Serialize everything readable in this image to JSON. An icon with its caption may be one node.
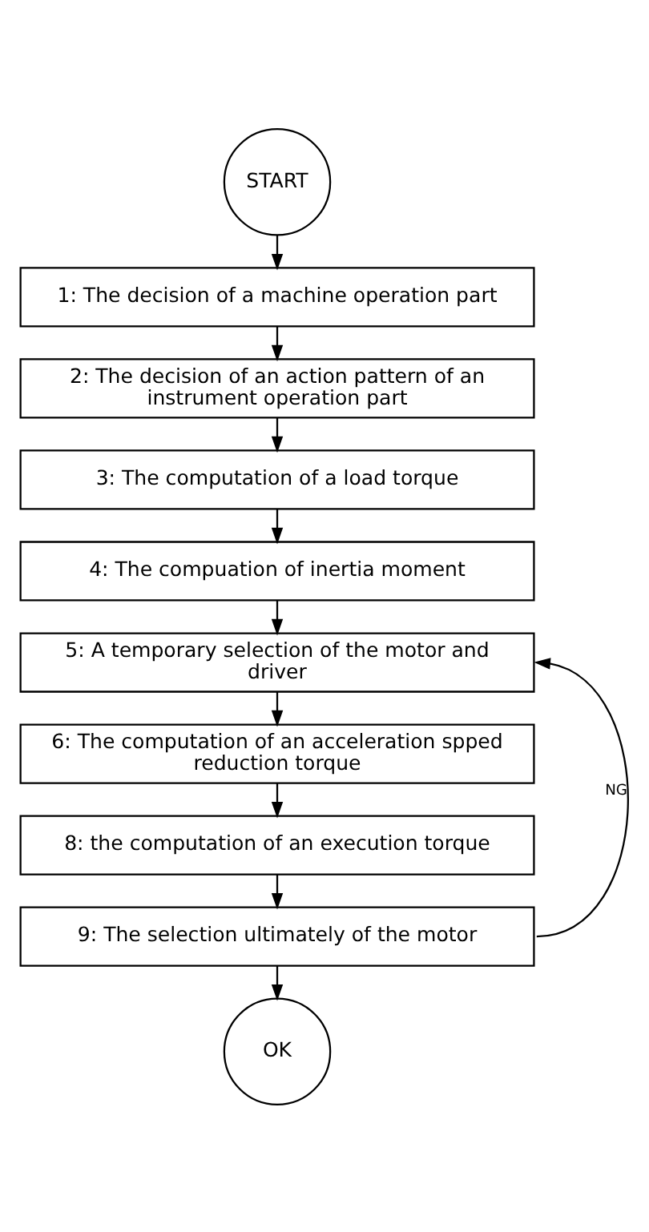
{
  "diagram": {
    "nodes": [
      {
        "text": [
          "START"
        ]
      },
      {
        "text": [
          "1: The decision of a machine operation part"
        ]
      },
      {
        "text": [
          "2: The decision of an action pattern of an instrument operation part"
        ]
      },
      {
        "text": [
          "3: The computation of a load torque"
        ]
      },
      {
        "text": [
          "4: The compuation of inertia moment"
        ]
      },
      {
        "text": [
          "5: A temporary selection of the motor and driver"
        ]
      },
      {
        "text": [
          "6: The computation of an acceleration spped reduction torque"
        ]
      },
      {
        "text": [
          "8: the computation of an execution torque"
        ]
      },
      {
        "text": [
          "9: The selection ultimately of the motor"
        ]
      },
      {
        "text": [
          "OK"
        ]
      }
    ],
    "edges": [
      {
        "from": 0,
        "to": 1,
        "arrow": "to"
      },
      {
        "from": 1,
        "to": 2,
        "arrow": "to"
      },
      {
        "from": 2,
        "to": 3,
        "arrow": "to"
      },
      {
        "from": 3,
        "to": 4,
        "arrow": "to"
      },
      {
        "from": 4,
        "to": 5,
        "arrow": "to"
      },
      {
        "from": 5,
        "to": 6,
        "arrow": "to"
      },
      {
        "from": 6,
        "to": 7,
        "arrow": "to"
      },
      {
        "from": 7,
        "to": 8,
        "arrow": "to"
      },
      {
        "from": 8,
        "to": 9,
        "arrow": "to"
      },
      {
        "from": 8,
        "to": 5,
        "arrow": "to",
        "label": "NG"
      }
    ]
  }
}
